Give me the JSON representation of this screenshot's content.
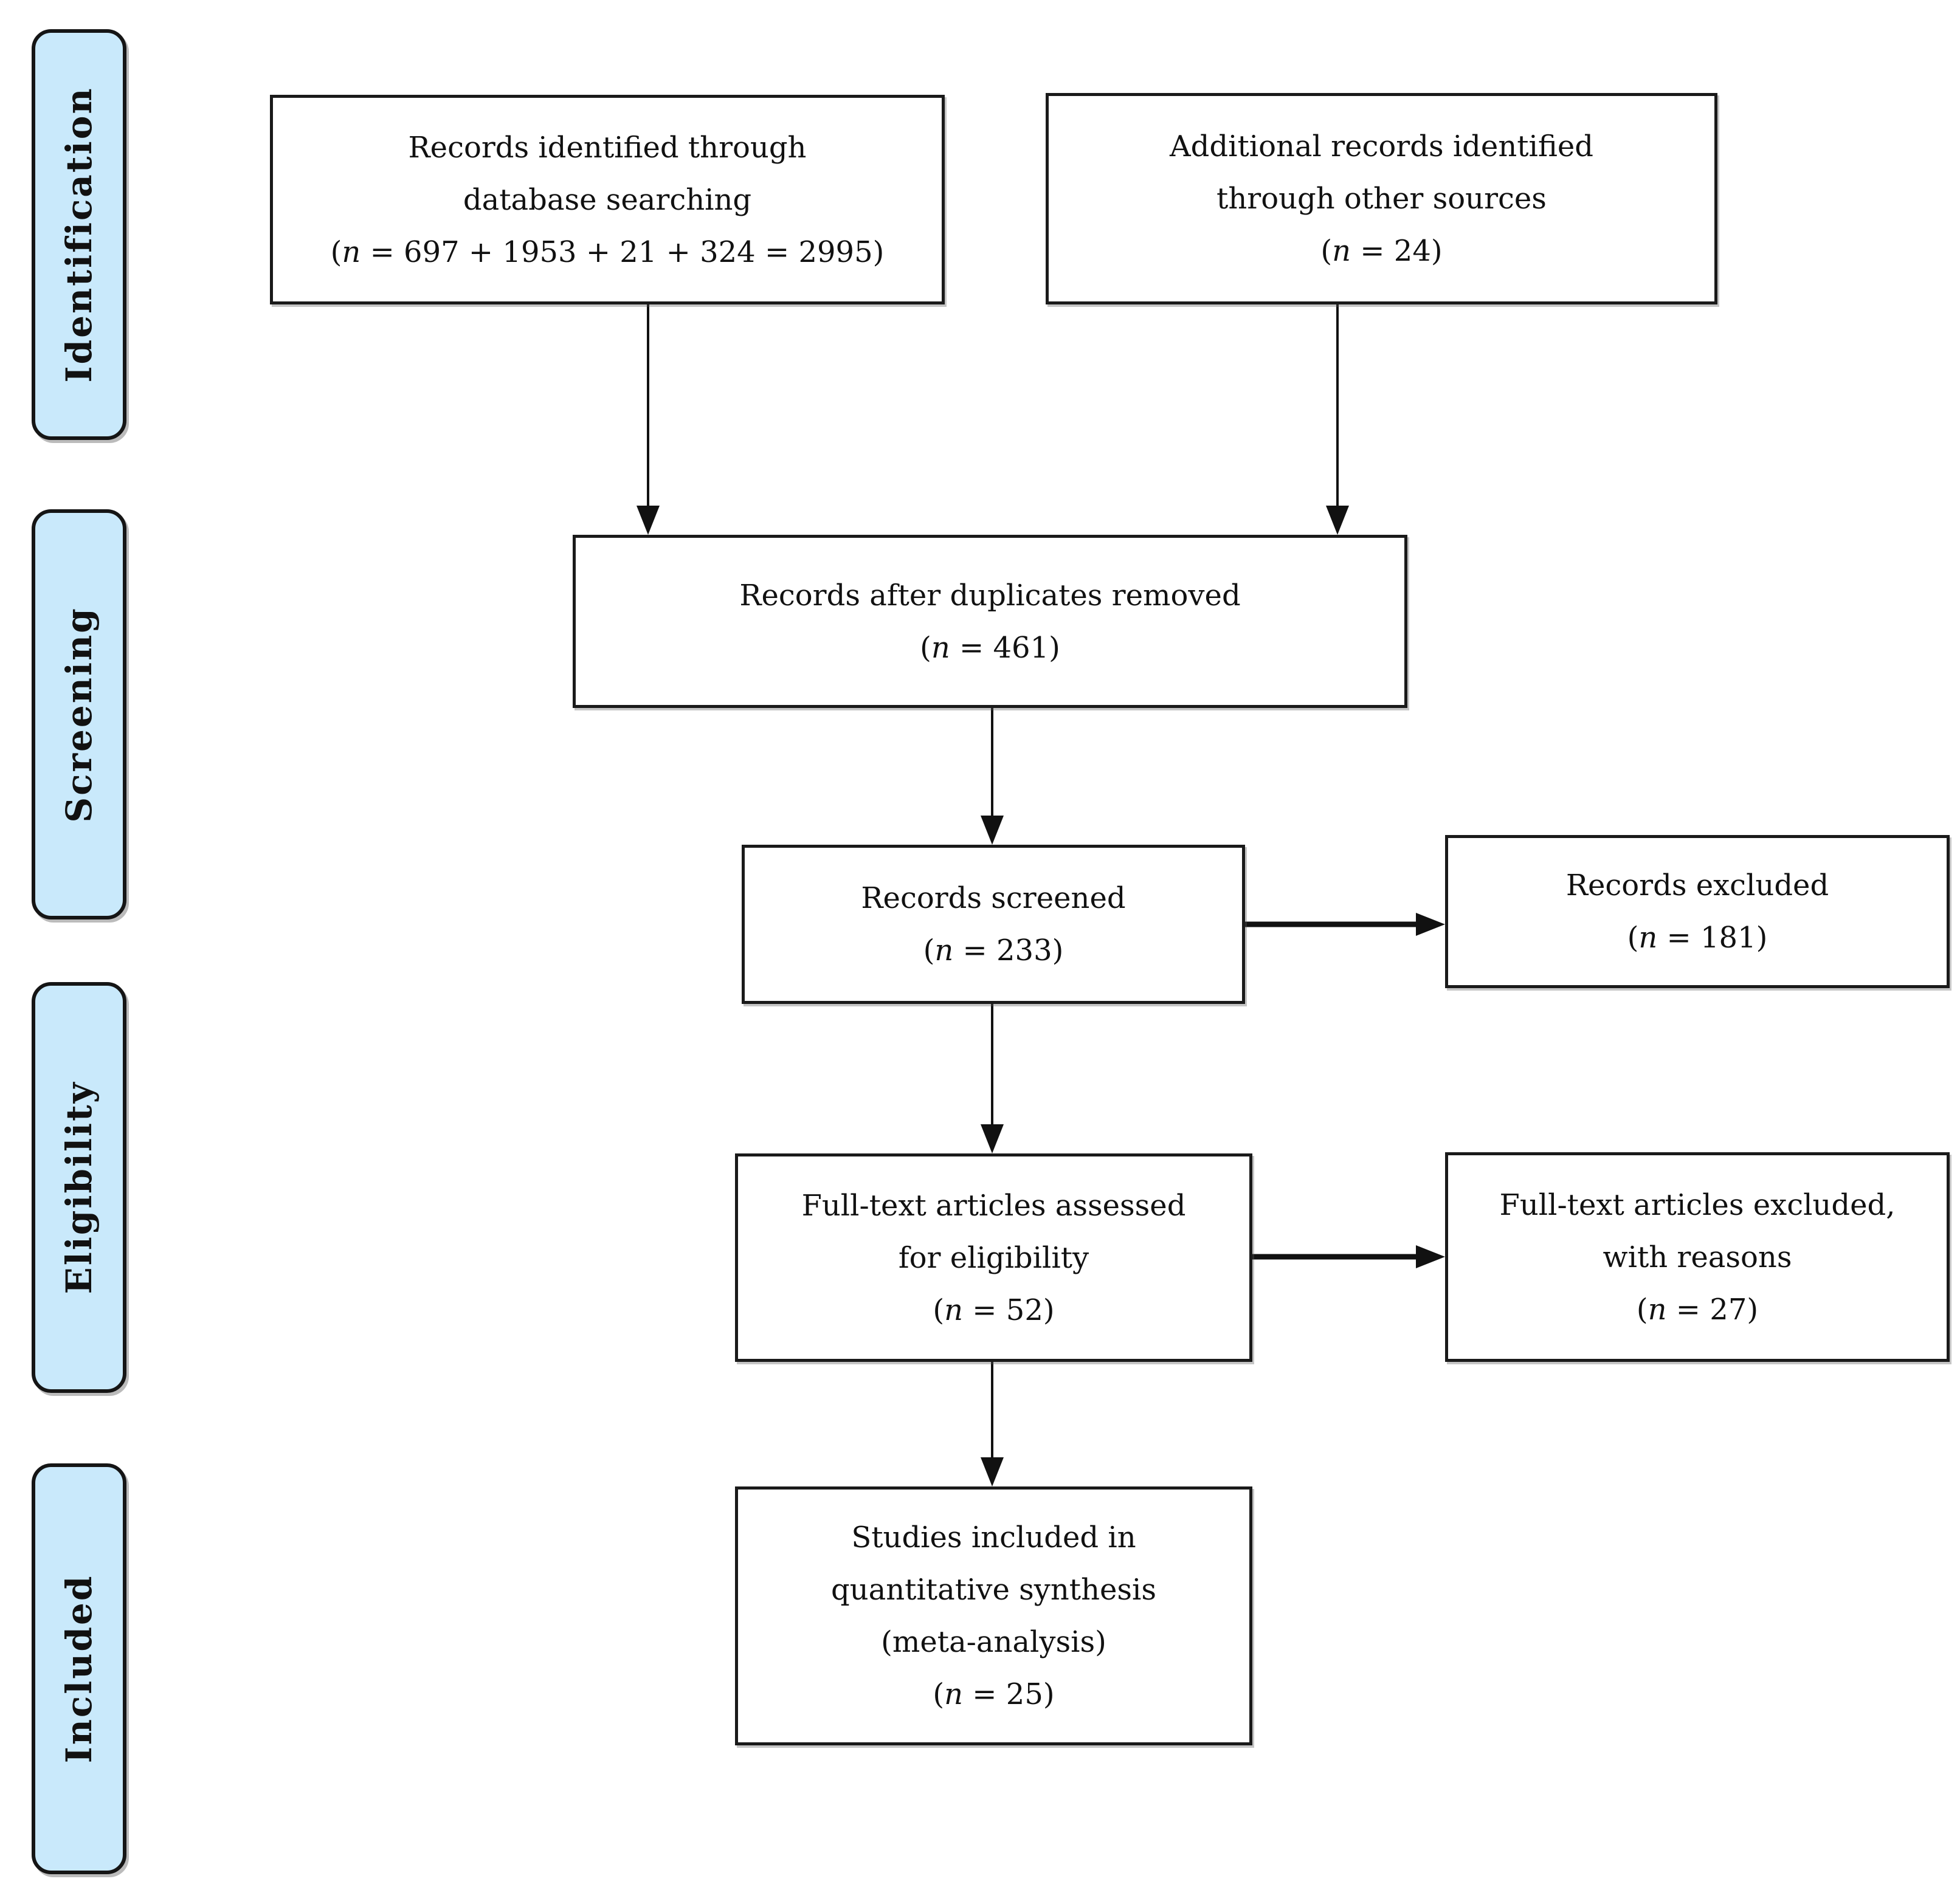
{
  "colors": {
    "background": "#ffffff",
    "text": "#111111",
    "stage_fill": "#c9e9fb",
    "stage_border": "#151515",
    "box_bg": "#ffffff",
    "box_border": "#1a1a1a",
    "arrow": "#111111"
  },
  "sidebar": {
    "stages": [
      {
        "label": "Identification"
      },
      {
        "label": "Screening"
      },
      {
        "label": "Eligibility"
      },
      {
        "label": "Included"
      }
    ]
  },
  "boxes": {
    "identified": {
      "lines": [
        "Records identified through",
        "database searching"
      ],
      "stat": [
        "(",
        "n",
        " = 697 + 1953 + 21 + 324 = 2995)"
      ]
    },
    "additional": {
      "lines": [
        "Additional records identified",
        "through other sources"
      ],
      "stat": [
        "(",
        "n",
        " = 24)"
      ]
    },
    "deduplicated": {
      "lines": [
        "Records after duplicates removed"
      ],
      "stat": [
        "(",
        "n",
        " = 461)"
      ]
    },
    "screened": {
      "lines": [
        "Records screened"
      ],
      "stat": [
        "(",
        "n",
        " = 233)"
      ]
    },
    "excluded": {
      "lines": [
        "Records excluded"
      ],
      "stat": [
        "(",
        "n",
        " = 181)"
      ]
    },
    "fulltext": {
      "lines": [
        "Full-text articles assessed",
        "for eligibility"
      ],
      "stat": [
        "(",
        "n",
        " = 52)"
      ]
    },
    "fulltext_excluded": {
      "lines": [
        "Full-text articles excluded,",
        "with reasons"
      ],
      "stat": [
        "(",
        "n",
        " = 27)"
      ]
    },
    "included_studies": {
      "lines": [
        "Studies included in",
        "quantitative synthesis",
        "(meta-analysis)"
      ],
      "stat": [
        "(",
        "n",
        " = 25)"
      ]
    }
  },
  "edges": [
    {
      "from": "identified",
      "to": "deduplicated"
    },
    {
      "from": "additional",
      "to": "deduplicated"
    },
    {
      "from": "deduplicated",
      "to": "screened"
    },
    {
      "from": "screened",
      "to": "excluded"
    },
    {
      "from": "screened",
      "to": "fulltext"
    },
    {
      "from": "fulltext",
      "to": "fulltext_excluded"
    },
    {
      "from": "fulltext",
      "to": "included_studies"
    }
  ]
}
